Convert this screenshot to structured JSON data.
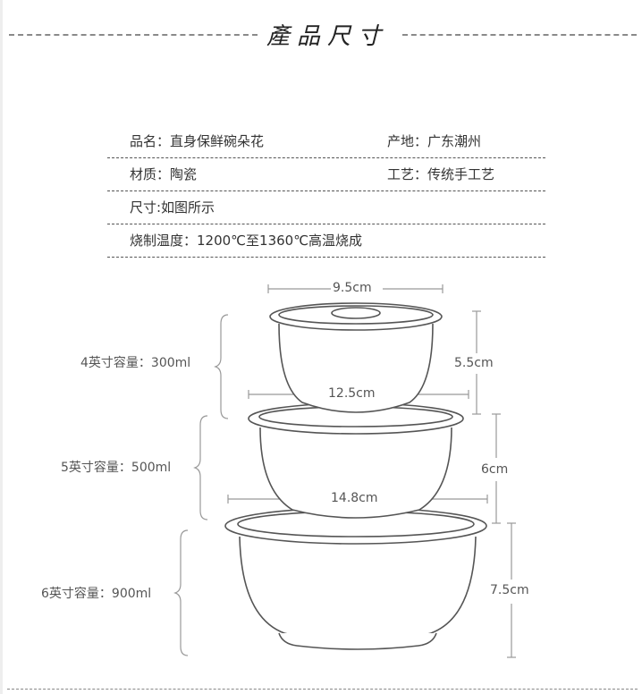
{
  "header": {
    "title": "產品尺寸"
  },
  "specs": {
    "rows": [
      {
        "left": "品名：直身保鲜碗朵花",
        "right": "产地：广东潮州"
      },
      {
        "left": "材质：陶瓷",
        "right": "工艺：传统手工艺"
      },
      {
        "left": "尺寸:如图所示",
        "right": ""
      },
      {
        "left": "烧制温度：1200℃至1360℃高温烧成",
        "right": ""
      }
    ]
  },
  "diagram": {
    "bowls": [
      {
        "label": "4英寸容量：300ml",
        "top_width": "9.5cm",
        "bottom_width": "12.5cm",
        "height": "5.5cm"
      },
      {
        "label": "5英寸容量：500ml",
        "bottom_width": "14.8cm",
        "height": "6cm"
      },
      {
        "label": "6英寸容量：900ml",
        "height": "7.5cm"
      }
    ]
  },
  "colors": {
    "line": "#555555",
    "dimension": "#999999",
    "text": "#333333"
  }
}
